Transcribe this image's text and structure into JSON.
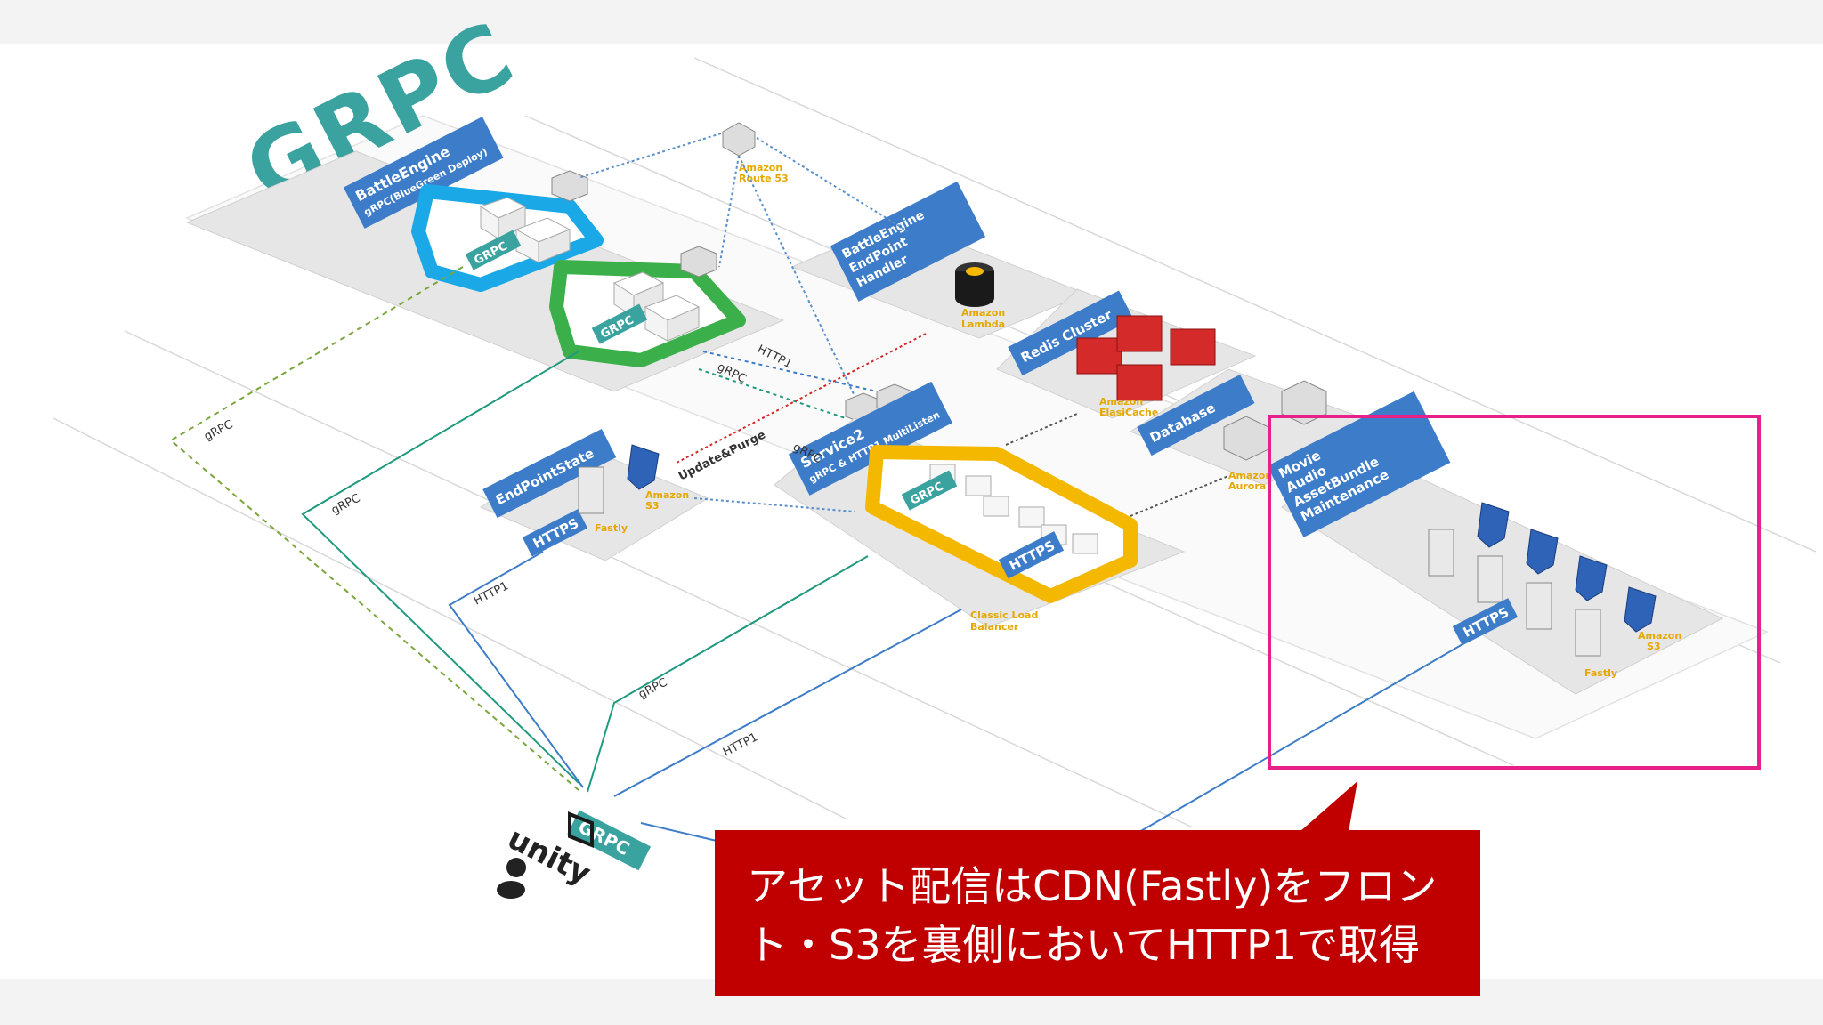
{
  "logo": {
    "text": "GRPC"
  },
  "groups": {
    "battle_engine": {
      "title": "BattleEngine",
      "subtitle": "gRPC(BlueGreen Deploy)"
    },
    "endpoint_handler": {
      "line1": "BattleEngine",
      "line2": "EndPoint",
      "line3": "Handler"
    },
    "redis": {
      "title": "Redis Cluster"
    },
    "database": {
      "title": "Database"
    },
    "endpoint_state": {
      "title": "EndPointState",
      "badge": "HTTPS"
    },
    "service2": {
      "title": "Service2",
      "subtitle": "gRPC & HTTP1 MultiListen",
      "badge": "HTTPS"
    },
    "assets": {
      "line1": "Movie",
      "line2": "Audio",
      "line3": "AssetBundle",
      "line4": "Maintenance",
      "badge": "HTTPS"
    }
  },
  "service_labels": {
    "route53_a": "Amazon",
    "route53_b": "Route 53",
    "lambda_a": "Amazon",
    "lambda_b": "Lambda",
    "elasticache_a": "Amazon",
    "elasticache_b": "ElasiCache",
    "aurora_a": "Amazon",
    "aurora_b": "Aurora",
    "fastly": "Fastly",
    "s3_a": "Amazon",
    "s3_b": "S3",
    "clb_a": "Classic Load",
    "clb_b": "Balancer",
    "assets_fastly": "Fastly",
    "assets_s3_a": "Amazon",
    "assets_s3_b": "S3"
  },
  "edge_labels": {
    "grpc_left": "gRPC",
    "grpc_mid": "gRPC",
    "http1_endpoint": "HTTP1",
    "grpc_service": "gRPC",
    "http1_service": "HTTP1",
    "http1_top": "HTTP1",
    "grpc_top": "gRPC",
    "grpc_service2": "gRPC",
    "update_purge": "Update&Purge"
  },
  "client": {
    "grpc": "GRPC",
    "unity": "unity"
  },
  "callout": {
    "line1": "アセット配信はCDN(Fastly)をフロン",
    "line2": "ト・S3を裏側においてHTTP1で取得"
  },
  "colors": {
    "grpc_teal": "#3aa3a0",
    "blue_label": "#3d7cc9",
    "green": "#3bb04a",
    "cyan": "#1aa8e6",
    "yellow": "#f5b800",
    "redis_red": "#d42a2a",
    "highlight": "#e8208a",
    "callout": "#c00000"
  }
}
